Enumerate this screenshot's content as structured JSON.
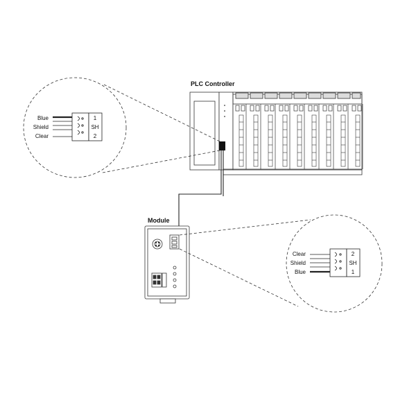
{
  "plc": {
    "title": "PLC Controller"
  },
  "module": {
    "title": "Module"
  },
  "connector_top": {
    "wires": [
      "Blue",
      "Shield",
      "Clear"
    ],
    "pins": [
      "1",
      "SH",
      "2"
    ]
  },
  "connector_bottom": {
    "wires": [
      "Clear",
      "Shield",
      "Blue"
    ],
    "pins": [
      "2",
      "SH",
      "1"
    ]
  }
}
